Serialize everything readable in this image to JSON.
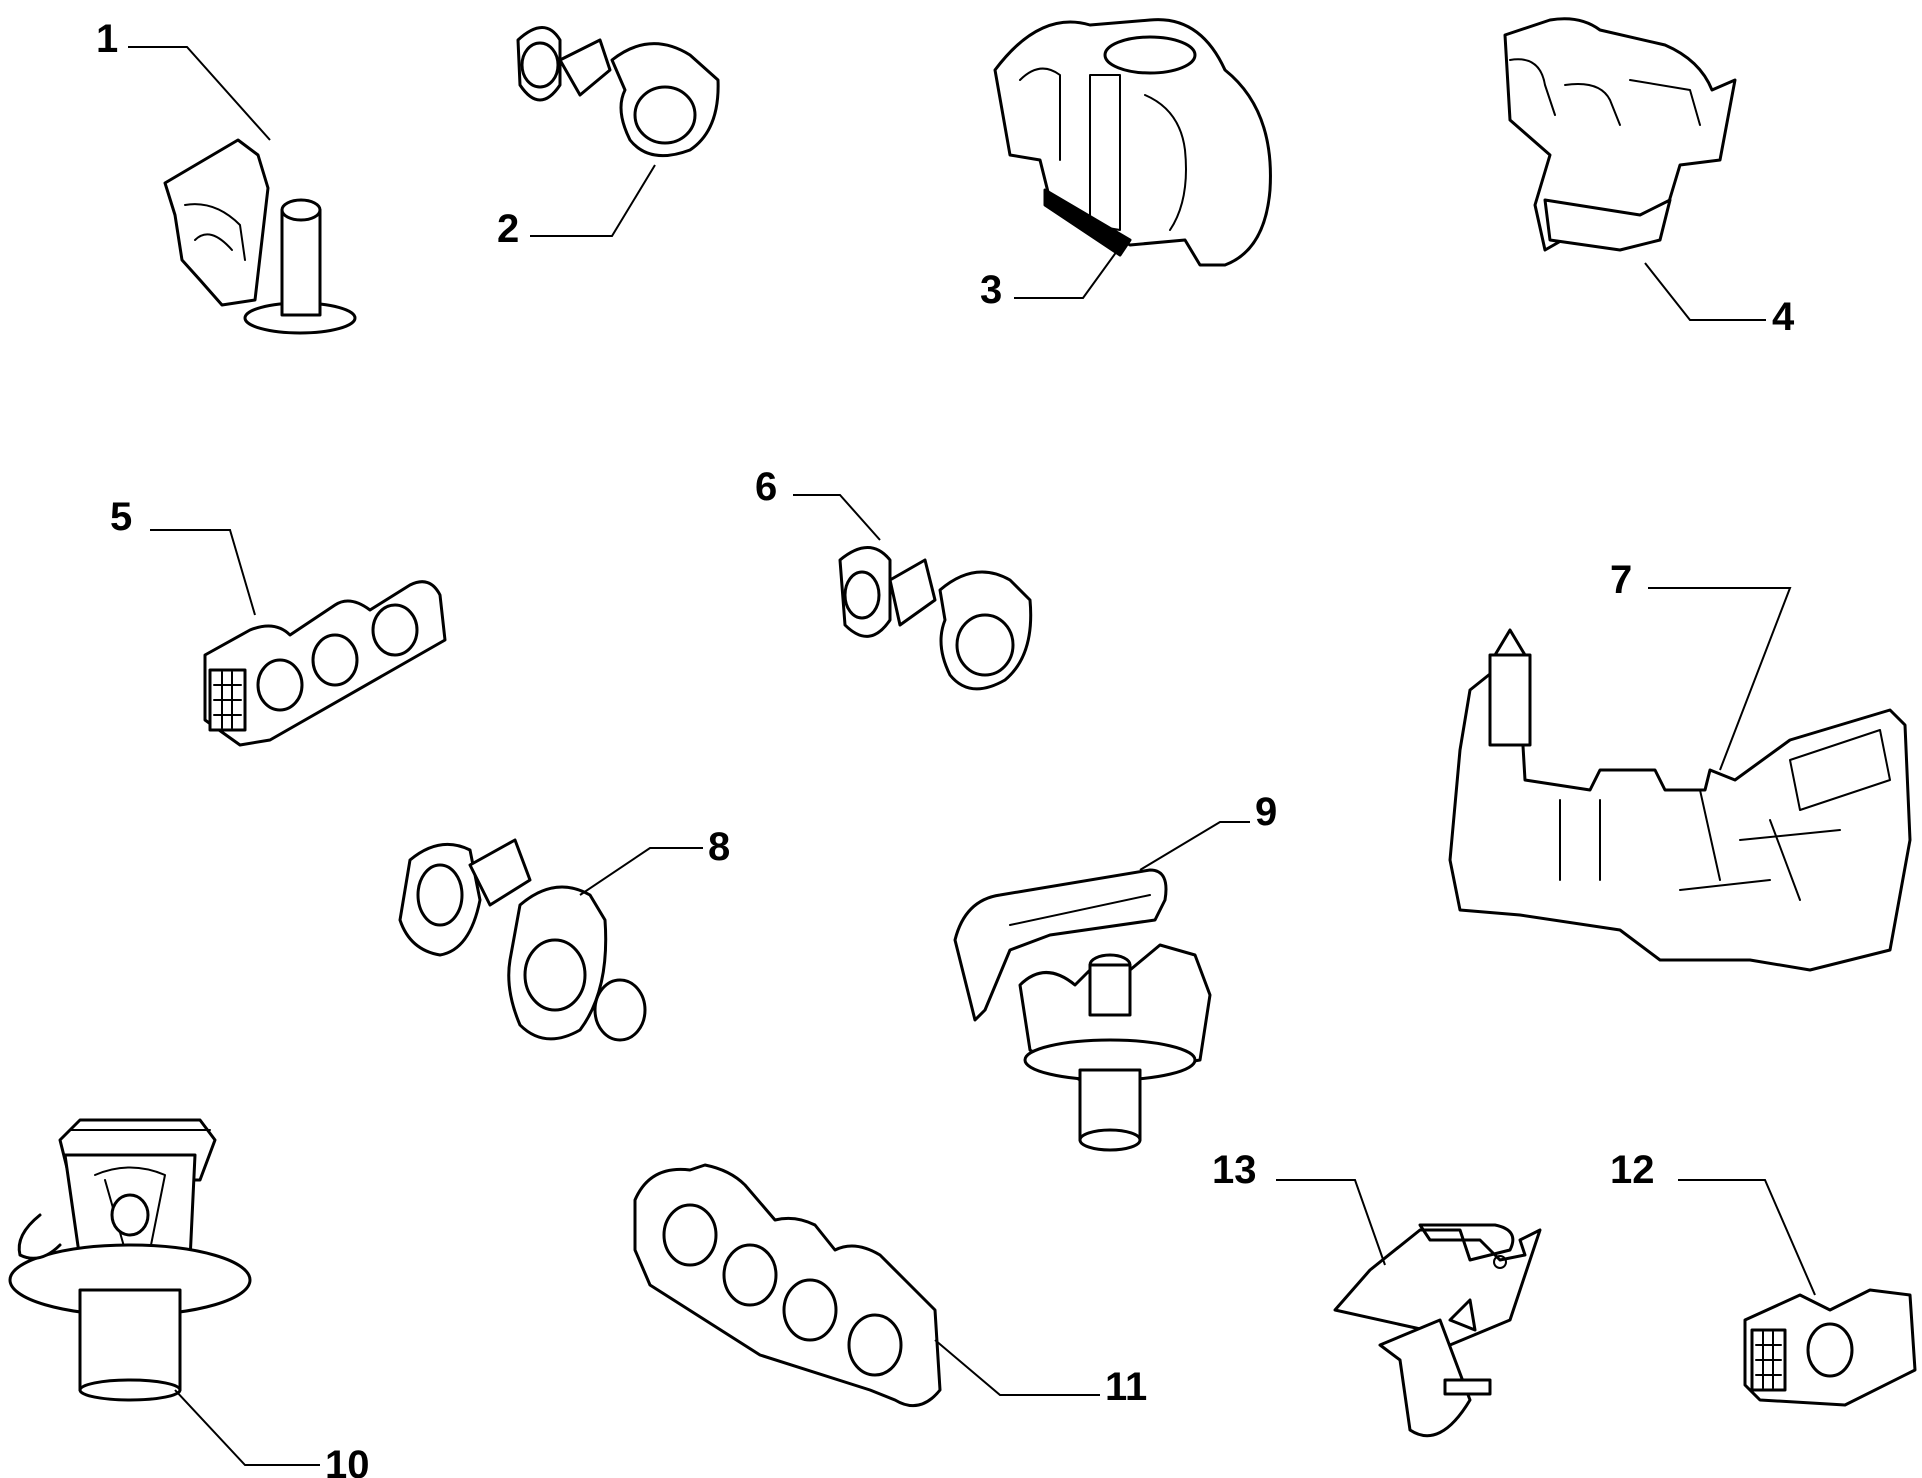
{
  "callouts": [
    {
      "id": "1",
      "label": "1"
    },
    {
      "id": "2",
      "label": "2"
    },
    {
      "id": "3",
      "label": "3"
    },
    {
      "id": "4",
      "label": "4"
    },
    {
      "id": "5",
      "label": "5"
    },
    {
      "id": "6",
      "label": "6"
    },
    {
      "id": "7",
      "label": "7"
    },
    {
      "id": "8",
      "label": "8"
    },
    {
      "id": "9",
      "label": "9"
    },
    {
      "id": "10",
      "label": "10"
    },
    {
      "id": "11",
      "label": "11"
    },
    {
      "id": "12",
      "label": "12"
    },
    {
      "id": "13",
      "label": "13"
    }
  ],
  "colors": {
    "background": "#ffffff",
    "line": "#000000"
  }
}
